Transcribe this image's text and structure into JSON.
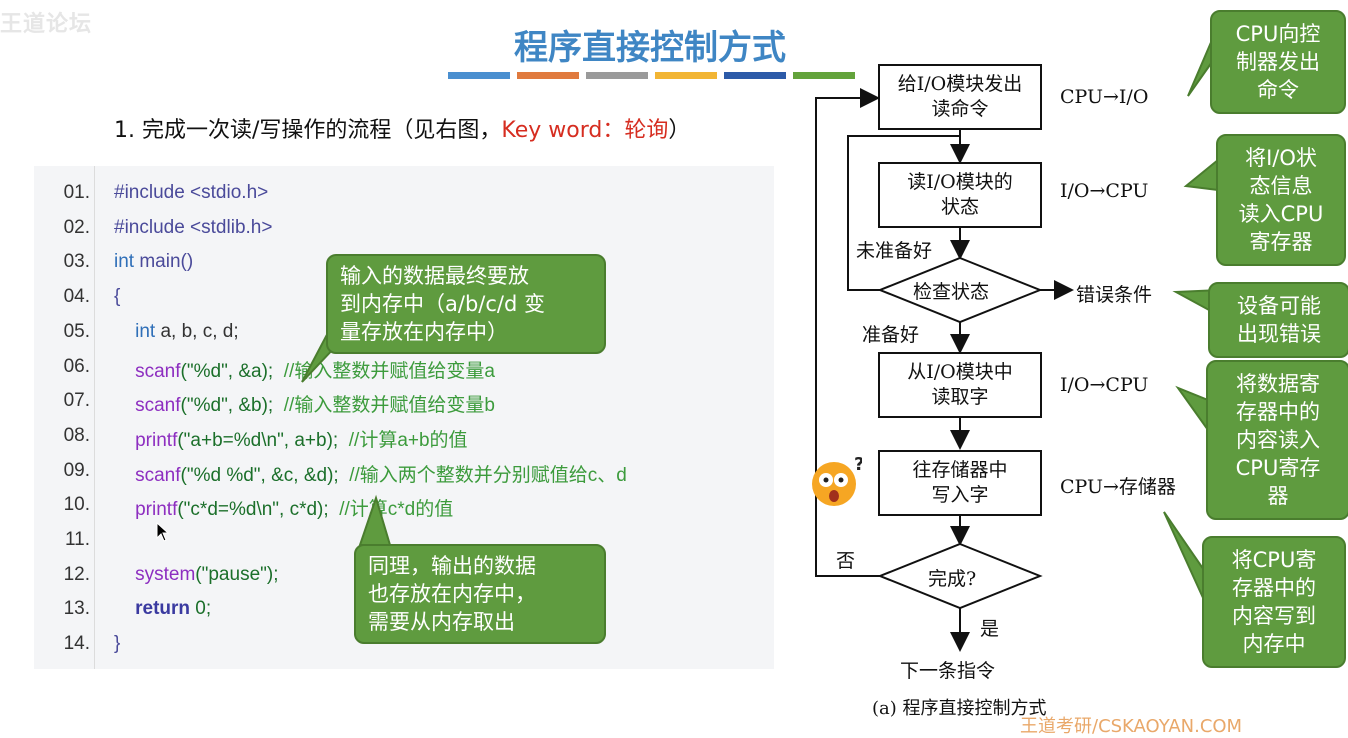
{
  "logo": "王道论坛",
  "title": "程序直接控制方式",
  "colorbar": [
    "#4a8fd0",
    "#e07a3e",
    "#9a9a9a",
    "#f2b534",
    "#2c5aa8",
    "#63a33b"
  ],
  "subtitle": {
    "prefix": "1. 完成一次读/写操作的流程（见右图，",
    "keyword": "Key word：轮询",
    "suffix": "）"
  },
  "code": {
    "line_numbers": [
      "01.",
      "02.",
      "03.",
      "04.",
      "05.",
      "06.",
      "07.",
      "08.",
      "09.",
      "10.",
      "11.",
      "12.",
      "13.",
      "14."
    ],
    "lines": [
      [
        {
          "t": "#include <stdio.h>",
          "c": "dir"
        }
      ],
      [
        {
          "t": "#include <stdlib.h>",
          "c": "dir"
        }
      ],
      [
        {
          "t": "int ",
          "c": "type"
        },
        {
          "t": "main()",
          "c": "dir"
        }
      ],
      [
        {
          "t": "{",
          "c": "dir"
        }
      ],
      [
        {
          "t": "    int ",
          "c": "type"
        },
        {
          "t": "a, b, c, d;",
          "c": "plain"
        }
      ],
      [
        {
          "t": "    scanf",
          "c": "fn"
        },
        {
          "t": "(\"%d\", &a);  ",
          "c": "str"
        },
        {
          "t": "//输入整数并赋值给变量a",
          "c": "com"
        }
      ],
      [
        {
          "t": "    scanf",
          "c": "fn"
        },
        {
          "t": "(\"%d\", &b);  ",
          "c": "str"
        },
        {
          "t": "//输入整数并赋值给变量b",
          "c": "com"
        }
      ],
      [
        {
          "t": "    printf",
          "c": "fn"
        },
        {
          "t": "(\"a+b=%d\\n\", a+b);  ",
          "c": "str"
        },
        {
          "t": "//计算a+b的值",
          "c": "com"
        }
      ],
      [
        {
          "t": "    scanf",
          "c": "fn"
        },
        {
          "t": "(\"%d %d\", &c, &d);  ",
          "c": "str"
        },
        {
          "t": "//输入两个整数并分别赋值给c、d",
          "c": "com"
        }
      ],
      [
        {
          "t": "    printf",
          "c": "fn"
        },
        {
          "t": "(\"c*d=%d\\n\", c*d);  ",
          "c": "str"
        },
        {
          "t": "//计算c*d的值",
          "c": "com"
        }
      ],
      [],
      [
        {
          "t": "    system",
          "c": "fn"
        },
        {
          "t": "(\"pause\");",
          "c": "str"
        }
      ],
      [
        {
          "t": "    return ",
          "c": "kw"
        },
        {
          "t": "0;",
          "c": "str"
        }
      ],
      [
        {
          "t": "}",
          "c": "dir"
        }
      ]
    ]
  },
  "bubbles": {
    "input": [
      "输入的数据最终要放",
      "到内存中（a/b/c/d 变",
      "量存放在内存中）"
    ],
    "output": [
      "同理，输出的数据",
      "也存放在内存中，",
      "需要从内存取出"
    ]
  },
  "flow": {
    "box1": [
      "给I/O模块发出",
      "读命令"
    ],
    "box2": [
      "读I/O模块的",
      "状态"
    ],
    "diamond1": "检查状态",
    "box3": [
      "从I/O模块中",
      "读取字"
    ],
    "box4": [
      "往存储器中",
      "写入字"
    ],
    "diamond2": "完成?",
    "not_ready": "未准备好",
    "ready": "准备好",
    "error": "错误条件",
    "no": "否",
    "yes": "是",
    "next": "下一条指令",
    "side1": "CPU→I/O",
    "side2": "I/O→CPU",
    "side3": "I/O→CPU",
    "side4": "CPU→存储器",
    "caption": "(a) 程序直接控制方式"
  },
  "right_bubbles": {
    "b1": [
      "CPU向控",
      "制器发出",
      "命令"
    ],
    "b2": [
      "将I/O状",
      "态信息",
      "读入CPU",
      "寄存器"
    ],
    "b3": [
      "设备可能",
      "出现错误"
    ],
    "b4": [
      "将数据寄",
      "存器中的",
      "内容读入",
      "CPU寄存",
      "器"
    ],
    "b5": [
      "将CPU寄",
      "存器中的",
      "内容写到",
      "内存中"
    ]
  },
  "watermark": "王道考研/CSKAOYAN.COM"
}
